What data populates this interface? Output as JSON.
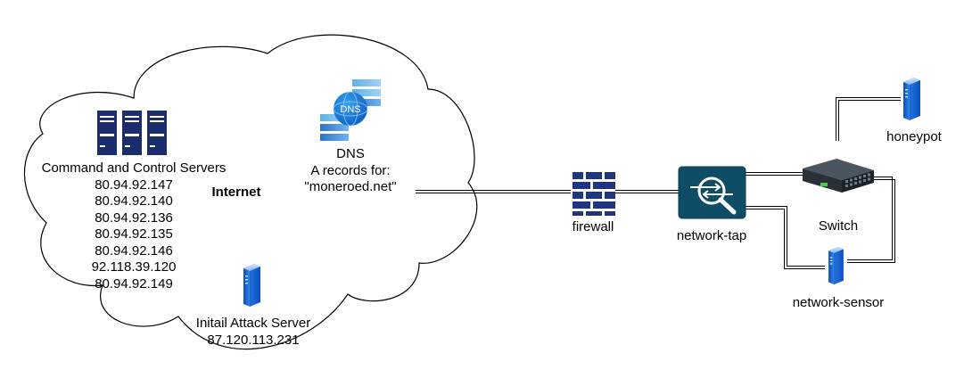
{
  "cloud": {
    "label": "Internet"
  },
  "c2": {
    "title": "Command and Control Servers",
    "ips": [
      "80.94.92.147",
      "80.94.92.140",
      "80.94.92.136",
      "80.94.92.135",
      "80.94.92.146",
      "92.118.39.120",
      "80.94.92.149"
    ],
    "icon": "server-rack-icon"
  },
  "dns": {
    "badge": "DNS",
    "lines": [
      "DNS",
      "A records for:",
      "\"moneroed.net\""
    ],
    "icon": "dns-server-icon"
  },
  "attack_server": {
    "lines": [
      "Initail Attack Server",
      "87.120.113.231"
    ],
    "icon": "server-tower-icon"
  },
  "firewall": {
    "label": "firewall",
    "icon": "firewall-icon"
  },
  "network_tap": {
    "label": "network-tap",
    "icon": "network-tap-icon"
  },
  "switch": {
    "label": "Switch",
    "icon": "switch-icon"
  },
  "honeypot": {
    "label": "honeypot",
    "icon": "server-tower-icon"
  },
  "network_sensor": {
    "label": "network-sensor",
    "icon": "server-tower-icon"
  },
  "colors": {
    "server_navy": "#1b2d6f",
    "firewall_navy": "#1f3580",
    "tap_teal": "#0f4d66",
    "dns_blue": "#1e7fd3",
    "server_blue": "#1a6fe0"
  }
}
